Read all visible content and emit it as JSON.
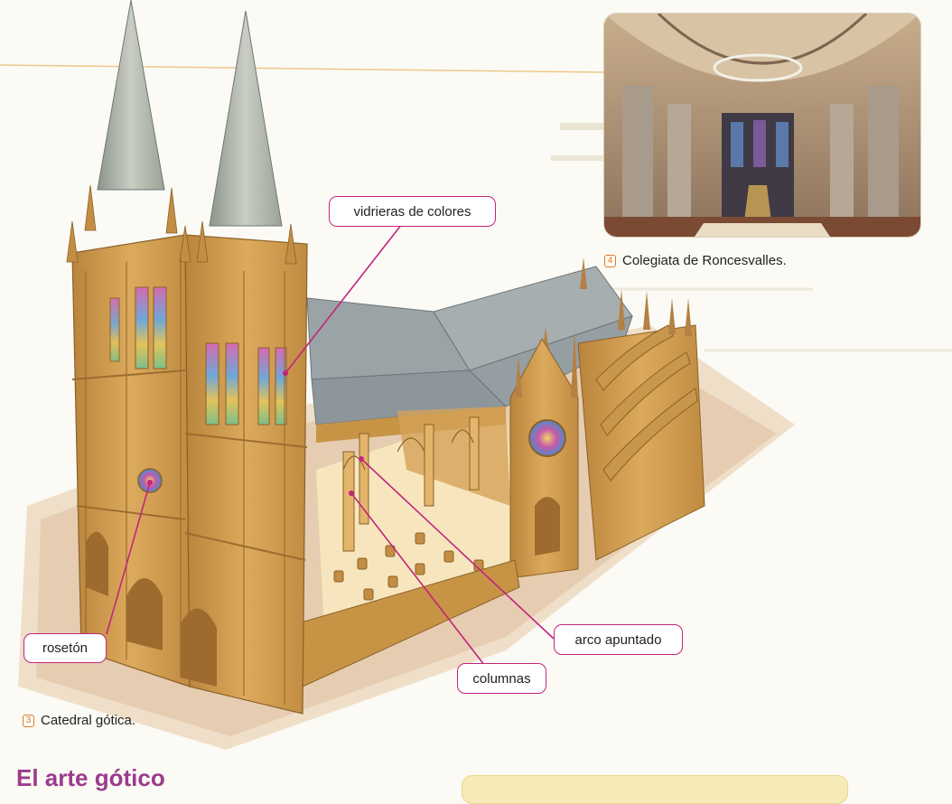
{
  "labels": {
    "stained_glass": "vidrieras de colores",
    "rose_window": "rosetón",
    "pointed_arch": "arco apuntado",
    "columns": "columnas"
  },
  "captions": {
    "fig3": {
      "number": "3",
      "text": "Catedral gótica."
    },
    "fig4": {
      "number": "4",
      "text": "Colegiata de Roncesvalles."
    }
  },
  "section": {
    "heading": "El arte gótico"
  },
  "colors": {
    "callout": "#c2247e",
    "caption_number": "#e07a2a",
    "heading": "#9b3b8e",
    "stone": "#d9a653"
  }
}
